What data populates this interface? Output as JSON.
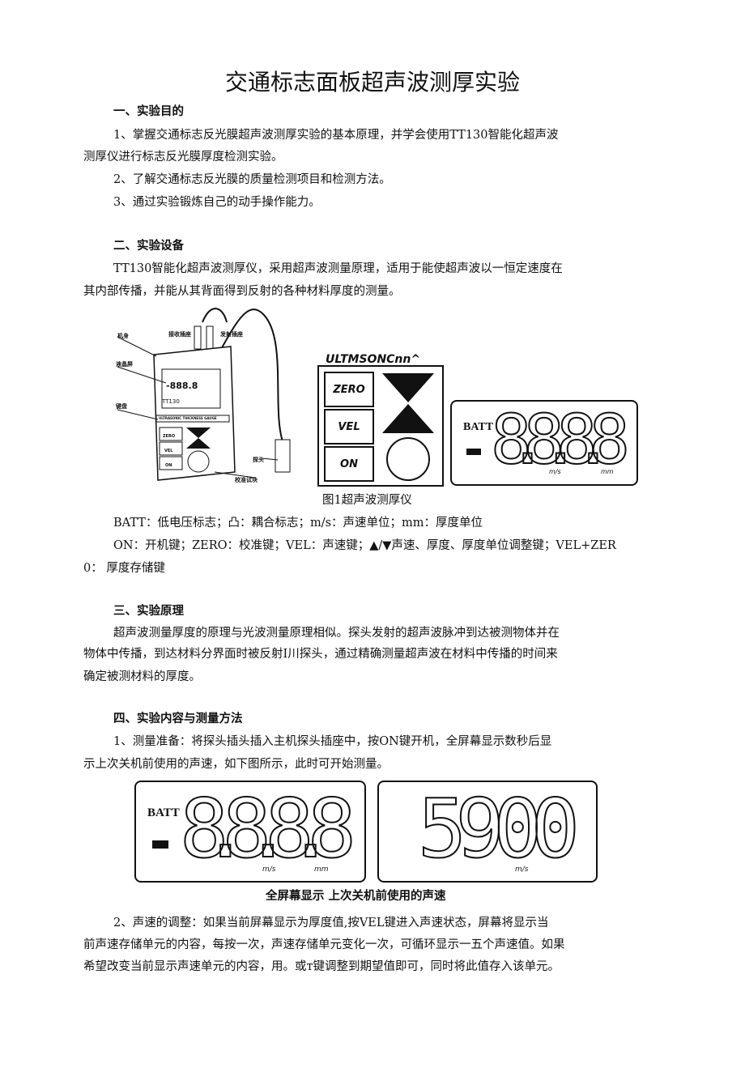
{
  "title": "交通标志面板超声波测厚实验",
  "s1": {
    "heading": "一、实验目的",
    "lines": [
      "1、掌握交通标志反光膜超声波测厚实验的基本原理，并学会使用TT130智能化超声波",
      "测厚仪进行标志反光膜厚度检测实验。",
      "2、了解交通标志反光膜的质量检测项目和检测方法。",
      "3、通过实验锻炼自己的动手操作能力。"
    ]
  },
  "s2": {
    "heading": "二、实验设备",
    "lines": [
      "TT130智能化超声波测厚仪，采用超声波测量原理，适用于能使超声波以一恒定速度在",
      "其内部传播，并能从其背面得到反射的各种材料厚度的测量。"
    ]
  },
  "fig1": {
    "labels": {
      "body": "机身",
      "recv": "接收插座",
      "send": "发射插座",
      "screen": "液晶屏",
      "keys": "键盘",
      "probe": "探头",
      "block": "校准试块",
      "model": "TT130",
      "gauge": "ULTRASONIC THICKNESS GAUGE",
      "lcd": "-888.8"
    },
    "panel": {
      "brand": "ULTMSONCnn^",
      "zero": "ZERO",
      "vel": "VEL",
      "on": "ON"
    },
    "display": {
      "batt": "BATT",
      "digits": "8.8.8.8",
      "ms": "m/s",
      "mm": "mm"
    },
    "caption": "图1超声波测厚仪"
  },
  "legend": [
    "BATT：低电压标志；凸：耦合标志；m/s：声速单位；mm：厚度单位",
    "ON：开机键；ZERO：校准键；VEL：声速键；▲/▼声速、厚度、厚度单位调整键；VEL+ZER",
    "0：  厚度存储键"
  ],
  "s3": {
    "heading": "三、实验原理",
    "lines": [
      "超声波测量厚度的原理与光波测量原理相似。探头发射的超声波脉冲到达被测物体并在",
      "物体中传播，到达材料分界面时被反射I川探头，通过精确测量超声波在材料中传播的时间来",
      "确定被测材料的厚度。"
    ]
  },
  "s4": {
    "heading": "四、实验内容与测量方法",
    "lines": [
      "1、测量准备：将探头插头插入主机探头插座中，按ON键开机，全屏幕显示数秒后显",
      "示上次关机前使用的声速，如下图所示，此时可开始测量。"
    ]
  },
  "fig2": {
    "full": {
      "batt": "BATT",
      "digits": "8.8.8.8",
      "ms": "m/s",
      "mm": "mm"
    },
    "last": {
      "digits": "5900",
      "ms": "m/s"
    },
    "caption": "全屏幕显示 上次关机前使用的声速"
  },
  "s5": {
    "lines": [
      "2、声速的调整：如果当前屏幕显示为厚度值,按VEL键进入声速状态，屏幕将显示当",
      "前声速存储单元的内容，每按一次，声速存储单元变化一次，可循环显示一五个声速值。如果",
      "希望改变当前显示声速单元的内容，用。或т键调整到期望值即可，同时将此值存入该单元。"
    ]
  }
}
